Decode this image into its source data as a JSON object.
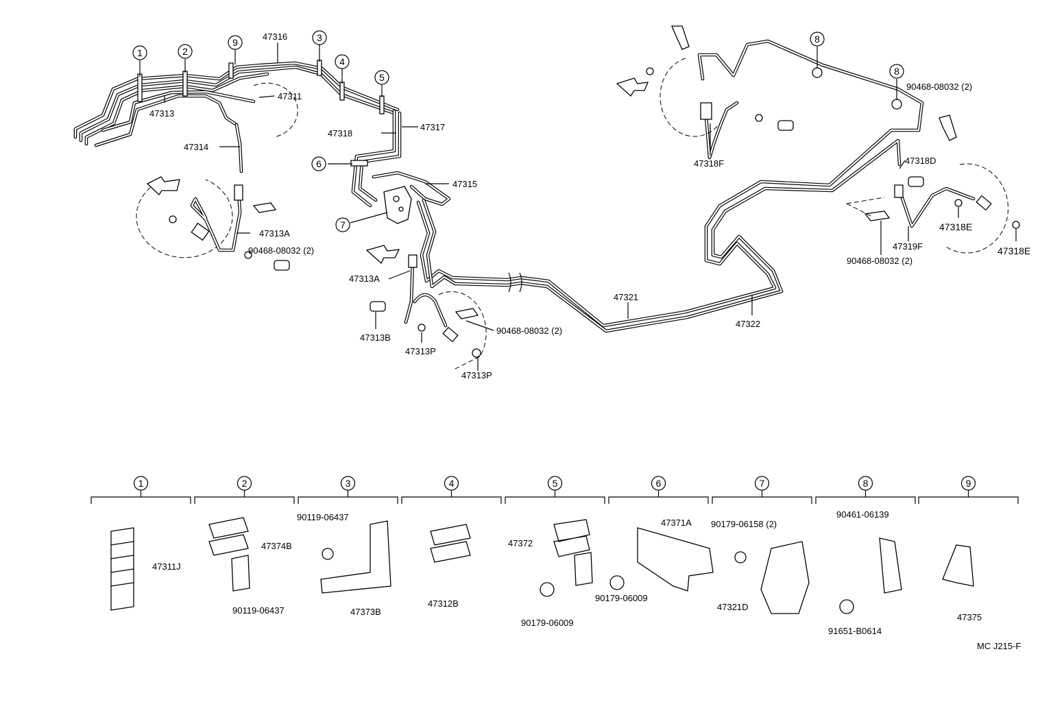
{
  "callouts": {
    "c1": "1",
    "c2": "2",
    "c3": "3",
    "c4": "4",
    "c5": "5",
    "c6": "6",
    "c7": "7",
    "c8a": "8",
    "c8b": "8",
    "c9": "9"
  },
  "labels": {
    "p47316": "47316",
    "p47313": "47313",
    "p47311": "47311",
    "p47314": "47314",
    "p47313A_left": "47313A",
    "p90468_left": "90468-08032 (2)",
    "p47318": "47318",
    "p47317": "47317",
    "p47315": "47315",
    "p47313A_mid": "47313A",
    "p47313B": "47313B",
    "p47313P_1": "47313P",
    "p47313P_2": "47313P",
    "p90468_mid": "90468-08032 (2)",
    "p47321": "47321",
    "p47322": "47322",
    "p47318F": "47318F",
    "p90468_right_top": "90468-08032 (2)",
    "p47318D": "47318D",
    "p47318E_1": "47318E",
    "p47318E_2": "47318E",
    "p47319F": "47319F",
    "p90468_right_bot": "90468-08032 (2)"
  },
  "detail_groups": [
    {
      "num": "1",
      "parts": [
        "47311J"
      ]
    },
    {
      "num": "2",
      "parts": [
        "47374B",
        "90119-06437"
      ]
    },
    {
      "num": "3",
      "parts": [
        "90119-06437",
        "47373B"
      ]
    },
    {
      "num": "4",
      "parts": [
        "47312B"
      ]
    },
    {
      "num": "5",
      "parts": [
        "47372",
        "90179-06009"
      ]
    },
    {
      "num": "6",
      "parts": [
        "47371A",
        "90179-06009"
      ]
    },
    {
      "num": "7",
      "parts": [
        "90179-06158 (2)",
        "47321D"
      ]
    },
    {
      "num": "8",
      "parts": [
        "90461-06139",
        "91651-B0614"
      ]
    },
    {
      "num": "9",
      "parts": [
        "47375"
      ]
    }
  ],
  "diagram_code": "MC J215-F",
  "icons": [
    "wheel-brake-assembly",
    "brake-line-pipe",
    "pipe-clamp",
    "union-bolt",
    "gasket",
    "flexible-hose",
    "direction-arrow"
  ]
}
